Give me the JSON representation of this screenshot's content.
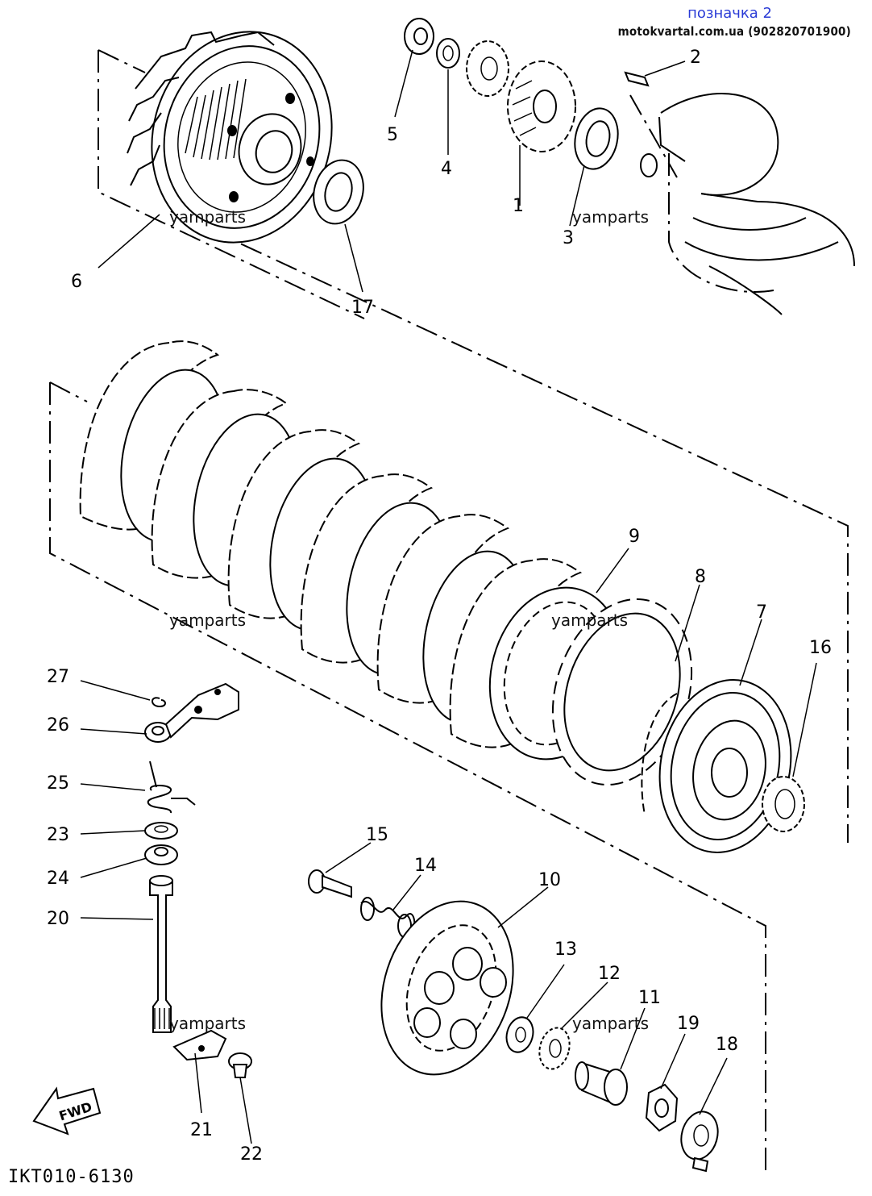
{
  "header": {
    "title": "позначка 2",
    "site": "motokvartal.com.ua (902820701900)"
  },
  "watermark": "yamparts",
  "diagram_code": "IKT010-6130",
  "fwd_label": "FWD",
  "callouts": [
    {
      "id": "c1",
      "label": "1"
    },
    {
      "id": "c2",
      "label": "2"
    },
    {
      "id": "c3",
      "label": "3"
    },
    {
      "id": "c4",
      "label": "4"
    },
    {
      "id": "c5",
      "label": "5"
    },
    {
      "id": "c6",
      "label": "6"
    },
    {
      "id": "c7",
      "label": "7"
    },
    {
      "id": "c8",
      "label": "8"
    },
    {
      "id": "c9",
      "label": "9"
    },
    {
      "id": "c10",
      "label": "10"
    },
    {
      "id": "c11",
      "label": "11"
    },
    {
      "id": "c12",
      "label": "12"
    },
    {
      "id": "c13",
      "label": "13"
    },
    {
      "id": "c14",
      "label": "14"
    },
    {
      "id": "c15",
      "label": "15"
    },
    {
      "id": "c16",
      "label": "16"
    },
    {
      "id": "c17",
      "label": "17"
    },
    {
      "id": "c18",
      "label": "18"
    },
    {
      "id": "c19",
      "label": "19"
    },
    {
      "id": "c20",
      "label": "20"
    },
    {
      "id": "c21",
      "label": "21"
    },
    {
      "id": "c22",
      "label": "22"
    },
    {
      "id": "c23",
      "label": "23"
    },
    {
      "id": "c24",
      "label": "24"
    },
    {
      "id": "c25",
      "label": "25"
    },
    {
      "id": "c26",
      "label": "26"
    },
    {
      "id": "c27",
      "label": "27"
    }
  ]
}
